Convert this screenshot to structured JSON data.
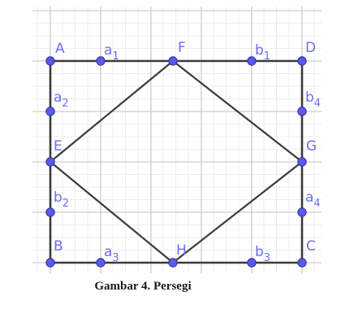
{
  "colors": {
    "grid_major": "#cdcdcd",
    "grid_minor": "#ececec",
    "line": "#3a3a3a",
    "point": "#5a5ae6",
    "point_stroke": "#2d2da8",
    "label": "#6e6ef0"
  },
  "figure": {
    "points": [
      {
        "id": "A",
        "name": "A",
        "sub": ""
      },
      {
        "id": "a1",
        "name": "a",
        "sub": "1"
      },
      {
        "id": "F",
        "name": "F",
        "sub": ""
      },
      {
        "id": "b1",
        "name": "b",
        "sub": "1"
      },
      {
        "id": "D",
        "name": "D",
        "sub": ""
      },
      {
        "id": "a2",
        "name": "a",
        "sub": "2"
      },
      {
        "id": "b4",
        "name": "b",
        "sub": "4"
      },
      {
        "id": "E",
        "name": "E",
        "sub": ""
      },
      {
        "id": "G",
        "name": "G",
        "sub": ""
      },
      {
        "id": "b2",
        "name": "b",
        "sub": "2"
      },
      {
        "id": "a4",
        "name": "a",
        "sub": "4"
      },
      {
        "id": "B",
        "name": "B",
        "sub": ""
      },
      {
        "id": "a3",
        "name": "a",
        "sub": "3"
      },
      {
        "id": "H",
        "name": "H",
        "sub": ""
      },
      {
        "id": "b3",
        "name": "b",
        "sub": "3"
      },
      {
        "id": "C",
        "name": "C",
        "sub": ""
      }
    ],
    "square": [
      "A",
      "D",
      "C",
      "B"
    ],
    "inner_square": [
      "F",
      "G",
      "H",
      "E"
    ]
  },
  "caption": "Gambar  4. Persegi"
}
